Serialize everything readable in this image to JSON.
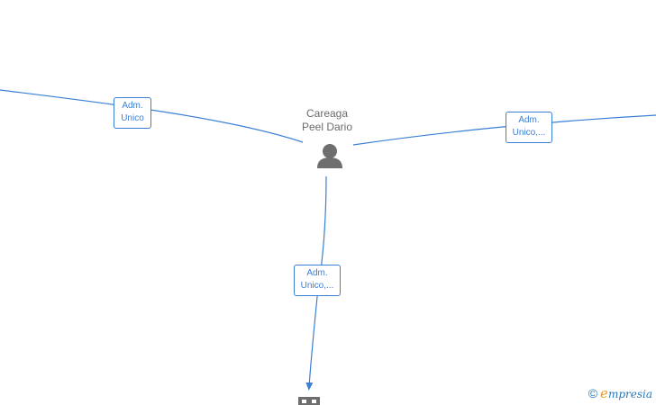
{
  "person": {
    "name_line1": "Careaga",
    "name_line2": "Peel Dario",
    "icon": "person-icon"
  },
  "edges": [
    {
      "id": "left",
      "line1": "Adm.",
      "line2": "Unico"
    },
    {
      "id": "right",
      "line1": "Adm.",
      "line2": "Unico,..."
    },
    {
      "id": "down",
      "line1": "Adm.",
      "line2": "Unico,..."
    }
  ],
  "company_node": {
    "icon": "building-icon"
  },
  "copyright": {
    "symbol": "©",
    "brand_first": "e",
    "brand_rest": "mpresia"
  },
  "colors": {
    "edge": "#3a7fd5",
    "person_icon": "#6e6e6e",
    "brand_accent": "#f29a1f"
  }
}
